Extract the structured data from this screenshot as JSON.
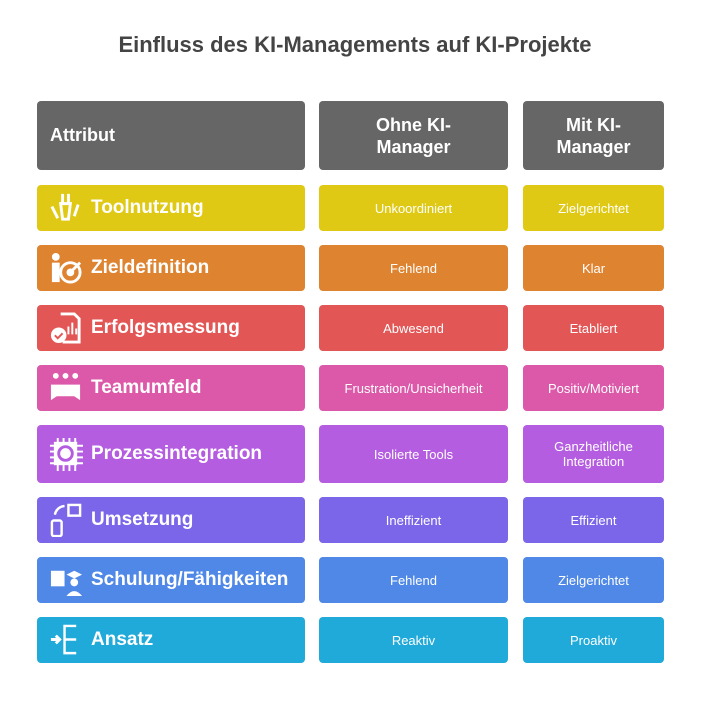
{
  "title": "Einfluss des KI-Managements auf KI-Projekte",
  "headers": [
    "Attribut",
    "Ohne KI-\nManager",
    "Mit KI-\nManager"
  ],
  "rows": [
    {
      "attribute": "Toolnutzung",
      "without": "Unkoordiniert",
      "with": "Zielgerichtet",
      "color": "#DFC914",
      "icon": "tools-icon"
    },
    {
      "attribute": "Zieldefinition",
      "without": "Fehlend",
      "with": "Klar",
      "color": "#DE8330",
      "icon": "target-icon"
    },
    {
      "attribute": "Erfolgsmessung",
      "without": "Abwesend",
      "with": "Etabliert",
      "color": "#E35656",
      "icon": "report-check-icon"
    },
    {
      "attribute": "Teamumfeld",
      "without": "Frustration/Unsicherheit",
      "with": "Positiv/Motiviert",
      "color": "#DC58A8",
      "icon": "team-gamepad-icon"
    },
    {
      "attribute": "Prozessintegration",
      "without": "Isolierte Tools",
      "with": "Ganzheitliche Integration",
      "color": "#B55DE0",
      "icon": "chip-icon"
    },
    {
      "attribute": "Umsetzung",
      "without": "Ineffizient",
      "with": "Effizient",
      "color": "#7B65E8",
      "icon": "mobile-sync-icon"
    },
    {
      "attribute": "Schulung/Fähigkeiten",
      "without": "Fehlend",
      "with": "Zielgerichtet",
      "color": "#4F88E6",
      "icon": "education-icon"
    },
    {
      "attribute": "Ansatz",
      "without": "Reaktiv",
      "with": "Proaktiv",
      "color": "#1FAAD9",
      "icon": "flow-arrow-icon"
    }
  ]
}
